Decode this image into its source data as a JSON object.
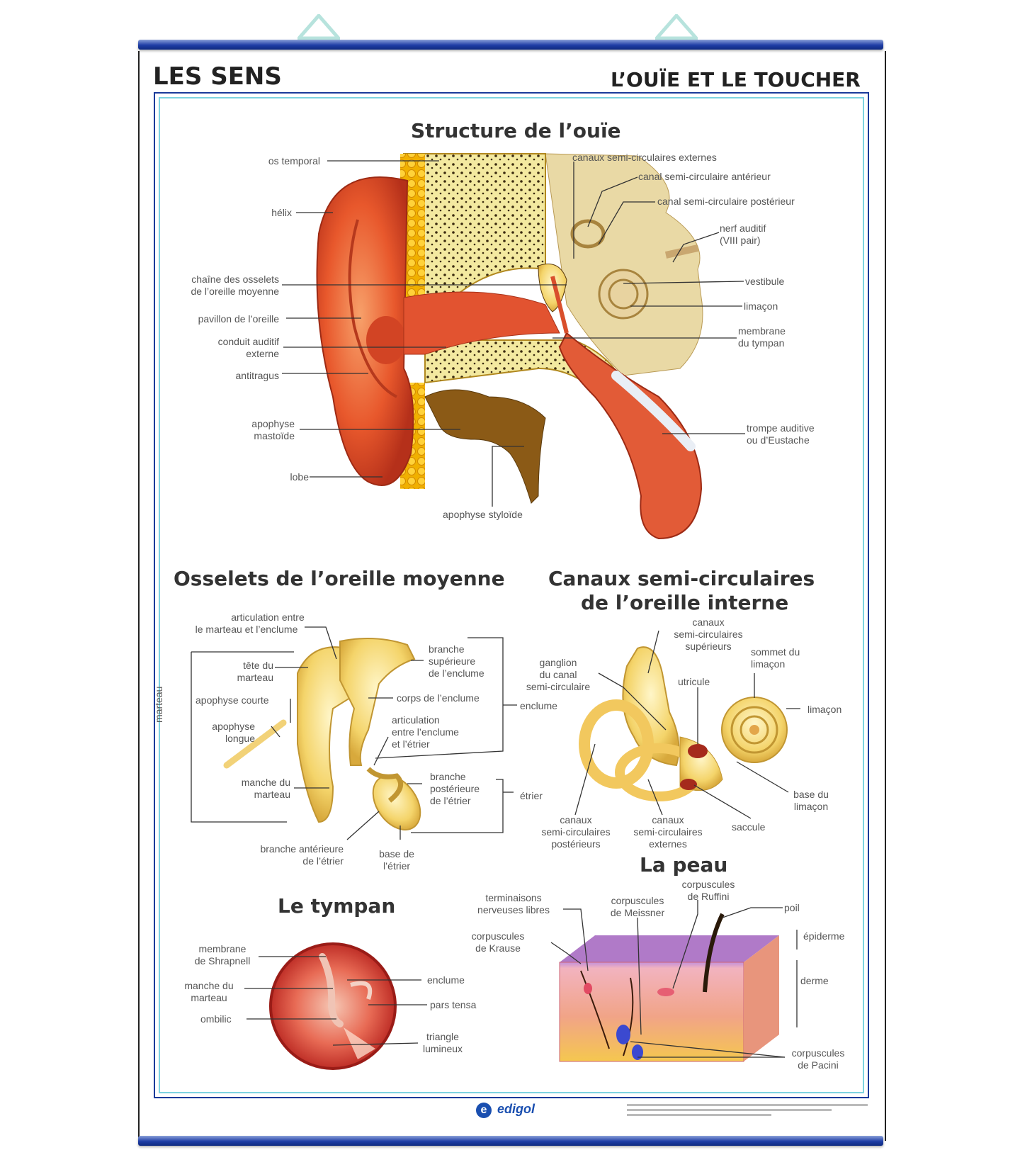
{
  "header": {
    "left": "LES SENS",
    "right": "L’OUÏE ET LE TOUCHER"
  },
  "sections": {
    "ouie": {
      "title": "Structure de l’ouïe",
      "labels": {
        "os_temporal": "os temporal",
        "helix": "hélix",
        "chaine_l1": "chaîne des osselets",
        "chaine_l2": "de l’oreille moyenne",
        "pavillon": "pavillon de l’oreille",
        "conduit_l1": "conduit auditif",
        "conduit_l2": "externe",
        "antitragus": "antitragus",
        "mastoide_l1": "apophyse",
        "mastoide_l2": "mastoïde",
        "lobe": "lobe",
        "styloide": "apophyse styloïde",
        "canaux_ext": "canaux semi-circulaires externes",
        "canal_ant": "canal semi-circulaire antérieur",
        "canal_post": "canal semi-circulaire postérieur",
        "nerf_l1": "nerf auditif",
        "nerf_l2": "(VIII pair)",
        "vestibule": "vestibule",
        "limacon": "limaçon",
        "membrane_l1": "membrane",
        "membrane_l2": "du tympan",
        "trompe_l1": "trompe auditive",
        "trompe_l2": "ou d’Eustache"
      }
    },
    "osselets": {
      "title": "Osselets de l’oreille moyenne",
      "labels": {
        "artic_l1": "articulation entre",
        "artic_l2": "le marteau et l’enclume",
        "tete_l1": "tête du",
        "tete_l2": "marteau",
        "apo_courte": "apophyse courte",
        "apo_longue_l1": "apophyse",
        "apo_longue_l2": "longue",
        "manche_l1": "manche du",
        "manche_l2": "marteau",
        "branche_ant_l1": "branche antérieure",
        "branche_ant_l2": "de l’étrier",
        "base_etrier_l1": "base de",
        "base_etrier_l2": "l’étrier",
        "branche_sup_l1": "branche",
        "branche_sup_l2": "supérieure",
        "branche_sup_l3": "de l’enclume",
        "corps": "corps de l’enclume",
        "artic2_l1": "articulation",
        "artic2_l2": "entre l’enclume",
        "artic2_l3": "et l’étrier",
        "branche_post_l1": "branche",
        "branche_post_l2": "postérieure",
        "branche_post_l3": "de l’étrier",
        "enclume": "enclume",
        "etrier": "étrier",
        "marteau": "marteau"
      }
    },
    "canaux": {
      "title_l1": "Canaux semi-circulaires",
      "title_l2": "de l’oreille interne",
      "labels": {
        "sup_l1": "canaux",
        "sup_l2": "semi-circulaires",
        "sup_l3": "supérieurs",
        "ganglion_l1": "ganglion",
        "ganglion_l2": "du canal",
        "ganglion_l3": "semi-circulaire",
        "utricule": "utricule",
        "sommet_l1": "sommet du",
        "sommet_l2": "limaçon",
        "limacon": "limaçon",
        "base_l1": "base du",
        "base_l2": "limaçon",
        "saccule": "saccule",
        "post_l1": "canaux",
        "post_l2": "semi-circulaires",
        "post_l3": "postérieurs",
        "ext_l1": "canaux",
        "ext_l2": "semi-circulaires",
        "ext_l3": "externes"
      }
    },
    "tympan": {
      "title": "Le tympan",
      "labels": {
        "shrapnell_l1": "membrane",
        "shrapnell_l2": "de Shrapnell",
        "manche_l1": "manche du",
        "manche_l2": "marteau",
        "ombilic": "ombilic",
        "enclume": "enclume",
        "pars_tensa": "pars tensa",
        "triangle_l1": "triangle",
        "triangle_l2": "lumineux"
      }
    },
    "peau": {
      "title": "La peau",
      "labels": {
        "terminaisons_l1": "terminaisons",
        "terminaisons_l2": "nerveuses libres",
        "meissner_l1": "corpuscules",
        "meissner_l2": "de Meissner",
        "ruffini_l1": "corpuscules",
        "ruffini_l2": "de Ruffini",
        "poil": "poil",
        "krause_l1": "corpuscules",
        "krause_l2": "de Krause",
        "epiderme": "épiderme",
        "derme": "derme",
        "pacini_l1": "corpuscules",
        "pacini_l2": "de Pacini"
      }
    }
  },
  "footer": {
    "brand": "edigol",
    "logo_letter": "e"
  },
  "colors": {
    "frame": "#1a3a9a",
    "frame_inner": "#7dd3e0",
    "rod": "#1f3ea6",
    "ear": "#e8582c",
    "bone": "#f3d36b"
  }
}
